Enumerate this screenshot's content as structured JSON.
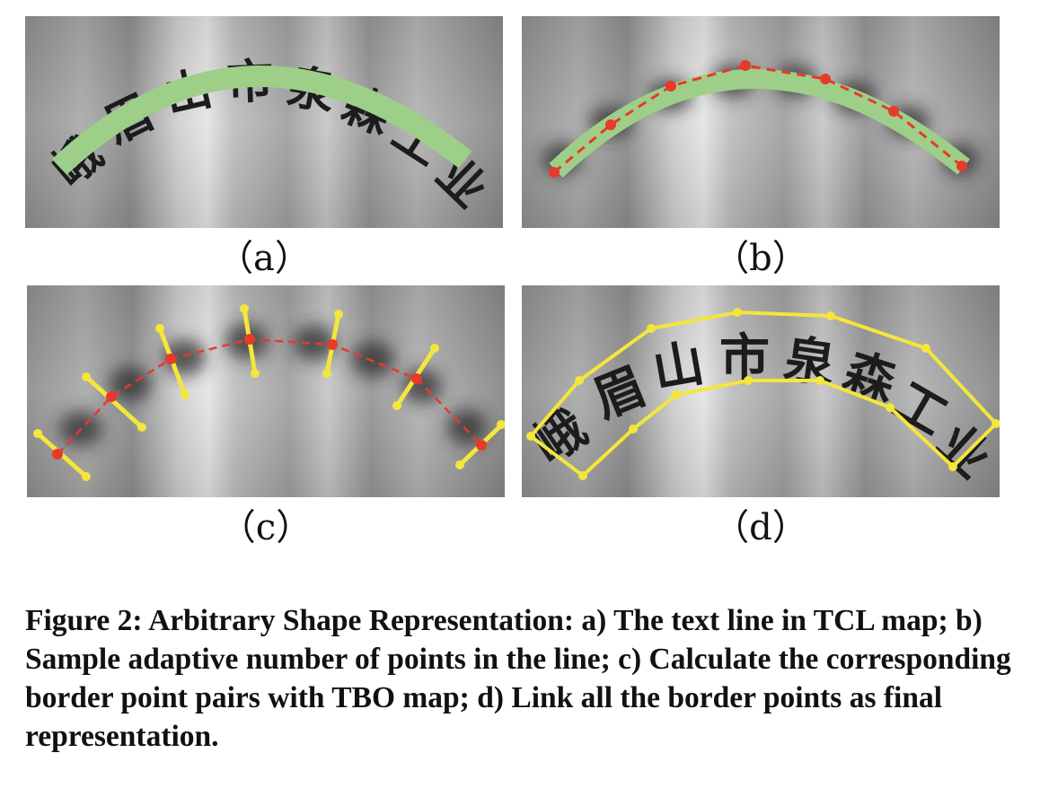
{
  "figure": {
    "panels": [
      {
        "id": "a",
        "label": "（a）"
      },
      {
        "id": "b",
        "label": "（b）"
      },
      {
        "id": "c",
        "label": "（c）"
      },
      {
        "id": "d",
        "label": "（d）"
      }
    ],
    "scene_text_characters": "峨眉山市泉森工业",
    "caption": "Figure 2: Arbitrary Shape Representation: a) The text line in TCL map; b) Sample adaptive number of points in the line; c) Calculate the corresponding border point pairs with TBO map; d) Link all the border points as final representation."
  },
  "colors": {
    "center_line": "#9dcf89",
    "sample_points": "#e8392b",
    "border_points": "#f4e63a"
  }
}
